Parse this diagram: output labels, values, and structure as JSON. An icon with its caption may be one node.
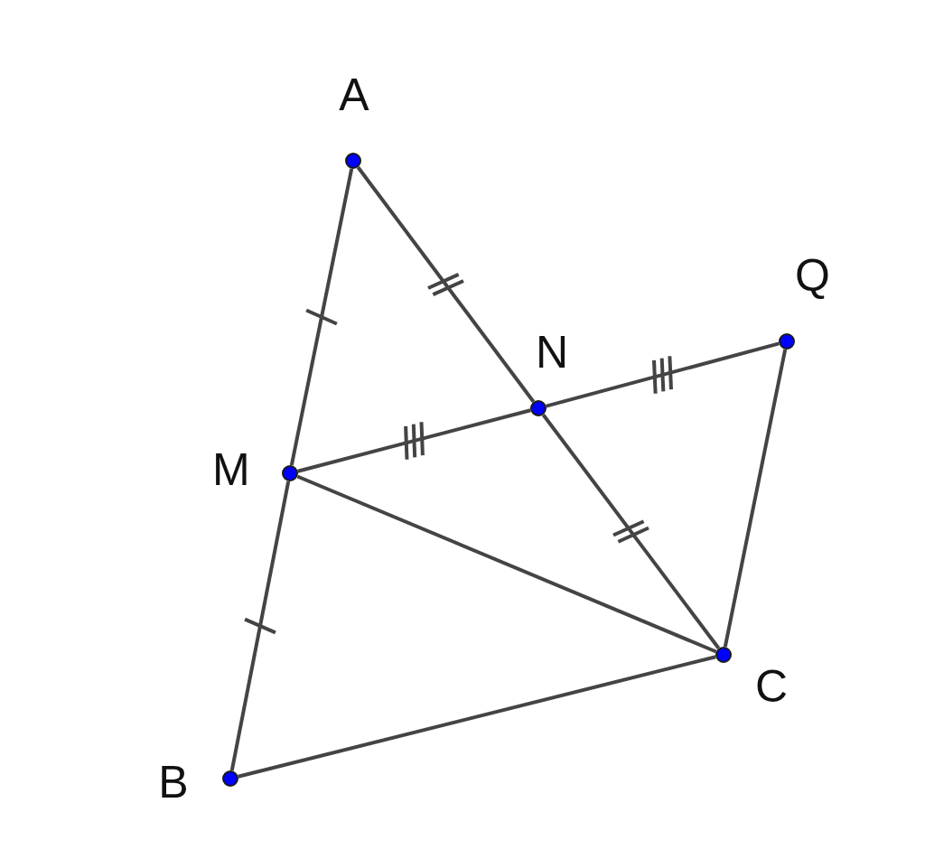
{
  "diagram": {
    "nodes": [
      {
        "text": [
          "A"
        ]
      },
      {
        "text": [
          "Q"
        ]
      },
      {
        "text": [
          "N"
        ]
      },
      {
        "text": [
          "M"
        ]
      },
      {
        "text": [
          "C"
        ]
      },
      {
        "text": [
          "B"
        ]
      }
    ],
    "edges": [
      {
        "from": 0,
        "to": 3,
        "arrow": "none"
      },
      {
        "from": 3,
        "to": 5,
        "arrow": "none"
      },
      {
        "from": 0,
        "to": 2,
        "arrow": "none"
      },
      {
        "from": 2,
        "to": 4,
        "arrow": "none"
      },
      {
        "from": 3,
        "to": 2,
        "arrow": "none"
      },
      {
        "from": 2,
        "to": 1,
        "arrow": "none"
      },
      {
        "from": 1,
        "to": 4,
        "arrow": "none"
      },
      {
        "from": 3,
        "to": 4,
        "arrow": "none"
      },
      {
        "from": 5,
        "to": 4,
        "arrow": "none"
      }
    ]
  }
}
